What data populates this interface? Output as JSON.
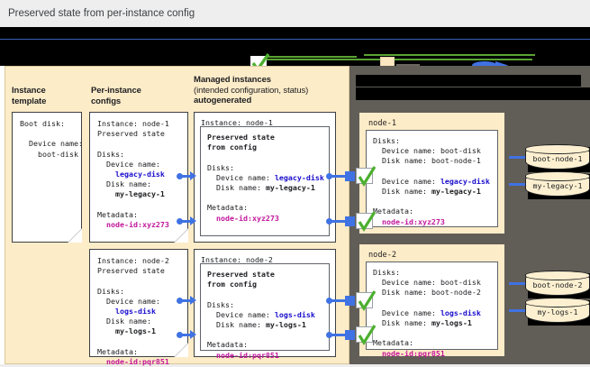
{
  "caption": "Preserved state from per-instance config",
  "legend": {
    "redacted": true,
    "items": [
      {
        "icon": "green-check-icon",
        "label": ""
      },
      {
        "icon": "cream-swatch-icon",
        "label": ""
      },
      {
        "icon": "blue-arrow-icon",
        "label": ""
      }
    ]
  },
  "columns": {
    "instance_template": {
      "line1": "Instance",
      "line2": "template"
    },
    "per_instance_configs": {
      "line1": "Per-instance",
      "line2": "configs"
    },
    "managed_instances": {
      "line1": "Managed instances",
      "line2": "(intended configuration, status)",
      "line3": "autogenerated"
    },
    "right_panel_heading": {
      "redacted": true,
      "line1": "",
      "line2": ""
    }
  },
  "instance_template_card": {
    "line1": "Boot disk:",
    "line2": "",
    "line3": "  Device name:",
    "line4": "    boot-disk"
  },
  "per_instance_configs": [
    {
      "instance": "Instance: node-1",
      "preserved": "Preserved state",
      "disks_label": "Disks:",
      "device_name_label": "  Device name:",
      "device_name_value": "    legacy-disk",
      "disk_name_label": "  Disk name:",
      "disk_name_value": "    my-legacy-1",
      "metadata_label": "Metadata:",
      "metadata_value": "  node-id:xyz273"
    },
    {
      "instance": "Instance: node-2",
      "preserved": "Preserved state",
      "disks_label": "Disks:",
      "device_name_label": "  Device name:",
      "device_name_value": "    logs-disk",
      "disk_name_label": "  Disk name:",
      "disk_name_value": "    my-logs-1",
      "metadata_label": "Metadata:",
      "metadata_value": "  node-id:pqr851"
    }
  ],
  "managed_instances": [
    {
      "instance": "Instance: node-1",
      "preserved_line1": "Preserved state",
      "preserved_line2": "from config",
      "disks_label": "Disks:",
      "device_name_label": "  Device name: ",
      "device_name_value": "legacy-disk",
      "disk_name_label": "  Disk name: ",
      "disk_name_value": "my-legacy-1",
      "metadata_label": "Metadata:",
      "metadata_value": "  node-id:xyz273"
    },
    {
      "instance": "Instance: node-2",
      "preserved_line1": "Preserved state",
      "preserved_line2": "from config",
      "disks_label": "Disks:",
      "device_name_label": "  Device name: ",
      "device_name_value": "logs-disk",
      "disk_name_label": "  Disk name: ",
      "disk_name_value": "my-logs-1",
      "metadata_label": "Metadata:",
      "metadata_value": "  node-id:pqr851"
    }
  ],
  "nodes": [
    {
      "title": "node-1",
      "disks_label": "Disks:",
      "boot_device_label": "  Device name: ",
      "boot_device_value": "boot-disk",
      "boot_disk_label": "  Disk name: ",
      "boot_disk_value": "boot-node-1",
      "pres_device_label": "  Device name: ",
      "pres_device_value": "legacy-disk",
      "pres_disk_label": "  Disk name: ",
      "pres_disk_value": "my-legacy-1",
      "metadata_label": "Metadata:",
      "metadata_value": "  node-id:xyz273",
      "disks": [
        "boot-node-1",
        "my-legacy-1"
      ]
    },
    {
      "title": "node-2",
      "disks_label": "Disks:",
      "boot_device_label": "  Device name: ",
      "boot_device_value": "boot-disk",
      "boot_disk_label": "  Disk name: ",
      "boot_disk_value": "boot-node-2",
      "pres_device_label": "  Device name: ",
      "pres_device_value": "logs-disk",
      "pres_disk_label": "  Disk name: ",
      "pres_disk_value": "my-logs-1",
      "metadata_label": "Metadata:",
      "metadata_value": "  node-id:pqr851",
      "disks": [
        "boot-node-2",
        "my-logs-1"
      ]
    }
  ],
  "colors": {
    "panel_cream": "#fdecc8",
    "panel_dark": "#615d57",
    "accent_blue": "#1a0dcc",
    "accent_purple": "#c2169b",
    "connector_blue": "#3f72e3",
    "check_green": "#4caf2f",
    "redaction": "#000000"
  }
}
